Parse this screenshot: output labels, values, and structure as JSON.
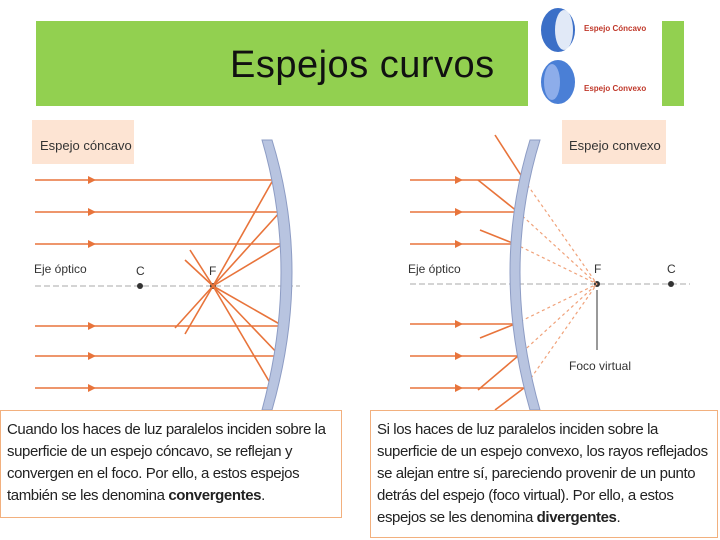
{
  "title": "Espejos curvos",
  "inset": {
    "concave_label": "Espejo Cóncavo",
    "convex_label": "Espejo Convexo"
  },
  "concave": {
    "label": "Espejo cóncavo",
    "axis_label": "Eje óptico",
    "point_c": "C",
    "point_f": "F",
    "caption_part1": "Cuando los haces de luz paralelos inciden sobre la superficie de un espejo cóncavo, se reflejan y convergen en el foco. Por ello, a estos espejos también se les denomina ",
    "caption_bold": "convergentes",
    "caption_end": "."
  },
  "convex": {
    "label": "Espejo convexo",
    "axis_label": "Eje óptico",
    "point_f": "F",
    "point_c": "C",
    "virtual_focus_label": "Foco virtual",
    "caption_part1": "Si los haces de luz paralelos inciden sobre la superficie de un espejo convexo, los rayos reflejados se alejan entre sí, pareciendo provenir de un punto detrás del espejo (foco virtual). Por ello, a estos espejos se les denomina ",
    "caption_bold": "divergentes",
    "caption_end": "."
  },
  "colors": {
    "title_bar": "#92d050",
    "ray": "#e8743b",
    "mirror": "#b8c4e0",
    "caption_border": "#f2b07e"
  }
}
